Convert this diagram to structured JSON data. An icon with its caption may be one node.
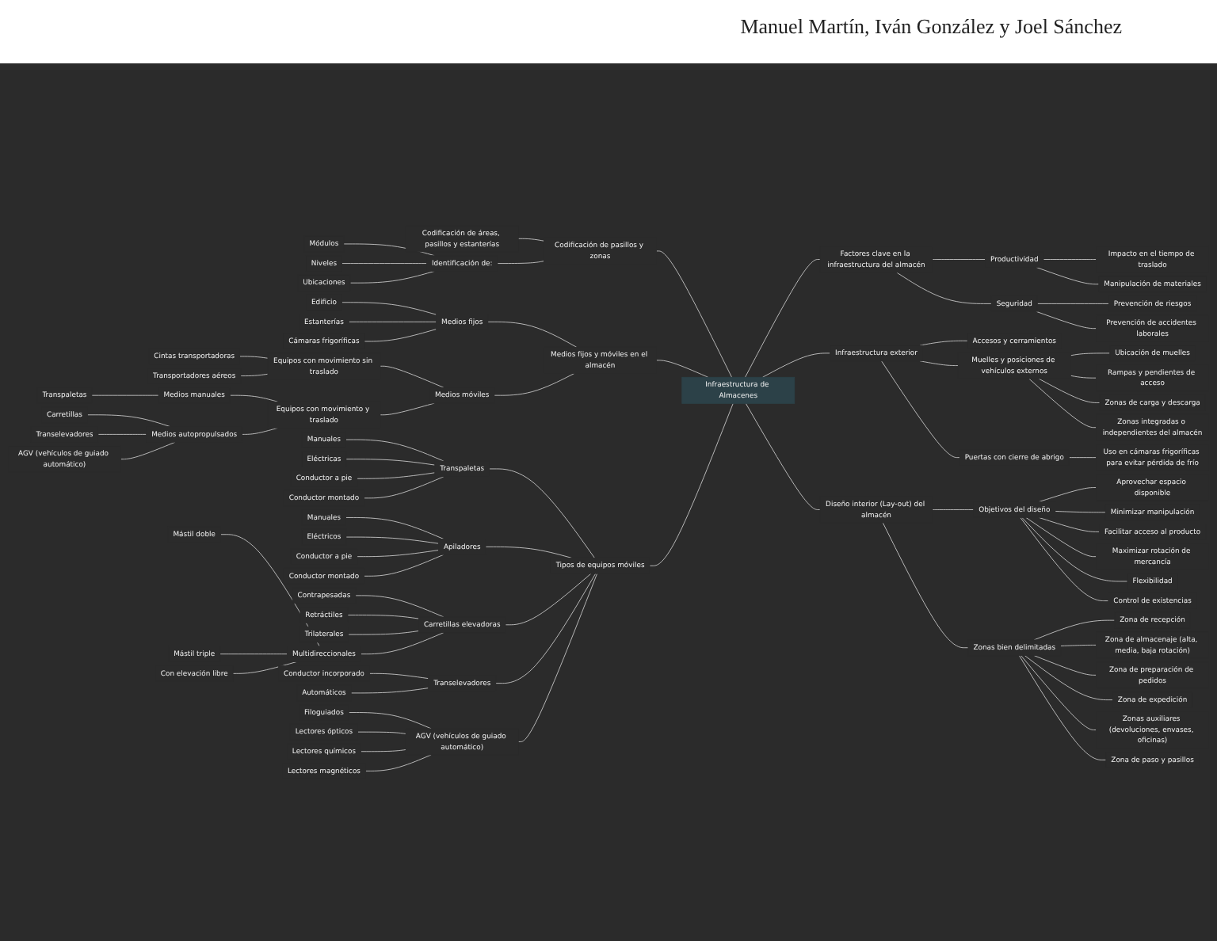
{
  "diagram": {
    "nodes": [
      {
        "text": [
          "Infraestructura de Almacenes"
        ]
      },
      {
        "text": [
          "Factores clave en la infraestructura del almacén"
        ]
      },
      {
        "text": [
          "Productividad"
        ]
      },
      {
        "text": [
          "Impacto en el tiempo de traslado"
        ]
      },
      {
        "text": [
          "Manipulación de materiales"
        ]
      },
      {
        "text": [
          "Seguridad"
        ]
      },
      {
        "text": [
          "Prevención de riesgos"
        ]
      },
      {
        "text": [
          "Prevención de accidentes laborales"
        ]
      },
      {
        "text": [
          "Infraestructura exterior"
        ]
      },
      {
        "text": [
          "Accesos y cerramientos"
        ]
      },
      {
        "text": [
          "Muelles y posiciones de vehículos externos"
        ]
      },
      {
        "text": [
          "Ubicación de muelles"
        ]
      },
      {
        "text": [
          "Rampas y pendientes de acceso"
        ]
      },
      {
        "text": [
          "Zonas de carga y descarga"
        ]
      },
      {
        "text": [
          "Zonas integradas o independientes del almacén"
        ]
      },
      {
        "text": [
          "Puertas con cierre de abrigo"
        ]
      },
      {
        "text": [
          "Uso en cámaras frigoríficas para evitar pérdida de frío"
        ]
      },
      {
        "text": [
          "Diseño interior (Lay-out) del almacén"
        ]
      },
      {
        "text": [
          "Objetivos del diseño"
        ]
      },
      {
        "text": [
          "Aprovechar espacio disponible"
        ]
      },
      {
        "text": [
          "Minimizar manipulación"
        ]
      },
      {
        "text": [
          "Facilitar acceso al producto"
        ]
      },
      {
        "text": [
          "Maximizar rotación de mercancía"
        ]
      },
      {
        "text": [
          "Flexibilidad"
        ]
      },
      {
        "text": [
          "Control de existencias"
        ]
      },
      {
        "text": [
          "Zonas bien delimitadas"
        ]
      },
      {
        "text": [
          "Zona de recepción"
        ]
      },
      {
        "text": [
          "Zona de almacenaje (alta, media, baja rotación)"
        ]
      },
      {
        "text": [
          "Zona de preparación de pedidos"
        ]
      },
      {
        "text": [
          "Zona de expedición"
        ]
      },
      {
        "text": [
          "Zonas auxiliares (devoluciones, envases, oficinas)"
        ]
      },
      {
        "text": [
          "Zona de paso y pasillos"
        ]
      },
      {
        "text": [
          "Codificación de pasillos y zonas"
        ]
      },
      {
        "text": [
          "Codificación de áreas, pasillos y estanterías"
        ]
      },
      {
        "text": [
          "Identificación de:"
        ]
      },
      {
        "text": [
          "Módulos"
        ]
      },
      {
        "text": [
          "Niveles"
        ]
      },
      {
        "text": [
          "Ubicaciones"
        ]
      },
      {
        "text": [
          "Medios fijos y móviles en el almacén"
        ]
      },
      {
        "text": [
          "Medios fijos"
        ]
      },
      {
        "text": [
          "Edificio"
        ]
      },
      {
        "text": [
          "Estanterías"
        ]
      },
      {
        "text": [
          "Cámaras frigoríficas"
        ]
      },
      {
        "text": [
          "Medios móviles"
        ]
      },
      {
        "text": [
          "Equipos con movimiento sin traslado"
        ]
      },
      {
        "text": [
          "Cintas transportadoras"
        ]
      },
      {
        "text": [
          "Transportadores aéreos"
        ]
      },
      {
        "text": [
          "Equipos con movimiento y traslado"
        ]
      },
      {
        "text": [
          "Medios manuales"
        ]
      },
      {
        "text": [
          "Transpaletas"
        ]
      },
      {
        "text": [
          "Medios autopropulsados"
        ]
      },
      {
        "text": [
          "Carretillas"
        ]
      },
      {
        "text": [
          "Transelevadores"
        ]
      },
      {
        "text": [
          "AGV (vehículos de guiado automático)"
        ]
      },
      {
        "text": [
          "Tipos de equipos móviles"
        ]
      },
      {
        "text": [
          "Transpaletas"
        ]
      },
      {
        "text": [
          "Manuales"
        ]
      },
      {
        "text": [
          "Eléctricas"
        ]
      },
      {
        "text": [
          "Conductor a pie"
        ]
      },
      {
        "text": [
          "Conductor montado"
        ]
      },
      {
        "text": [
          "Apiladores"
        ]
      },
      {
        "text": [
          "Manuales"
        ]
      },
      {
        "text": [
          "Eléctricos"
        ]
      },
      {
        "text": [
          "Conductor a pie"
        ]
      },
      {
        "text": [
          "Conductor montado"
        ]
      },
      {
        "text": [
          "Carretillas elevadoras"
        ]
      },
      {
        "text": [
          "Contrapesadas"
        ]
      },
      {
        "text": [
          "Retráctiles"
        ]
      },
      {
        "text": [
          "Trilaterales"
        ]
      },
      {
        "text": [
          "Multidireccionales"
        ]
      },
      {
        "text": [
          "Mástil doble"
        ]
      },
      {
        "text": [
          "Mástil triple"
        ]
      },
      {
        "text": [
          "Con elevación libre"
        ]
      },
      {
        "text": [
          "Transelevadores"
        ]
      },
      {
        "text": [
          "Conductor incorporado"
        ]
      },
      {
        "text": [
          "Automáticos"
        ]
      },
      {
        "text": [
          "AGV (vehículos de guiado automático)"
        ]
      },
      {
        "text": [
          "Filoguiados"
        ]
      },
      {
        "text": [
          "Lectores ópticos"
        ]
      },
      {
        "text": [
          "Lectores químicos"
        ]
      },
      {
        "text": [
          "Lectores magnéticos"
        ]
      }
    ],
    "edges": [
      {
        "from": 0,
        "to": 1,
        "arrow": "none"
      },
      {
        "from": 1,
        "to": 2,
        "arrow": "none"
      },
      {
        "from": 2,
        "to": 3,
        "arrow": "none"
      },
      {
        "from": 2,
        "to": 4,
        "arrow": "none"
      },
      {
        "from": 1,
        "to": 5,
        "arrow": "none"
      },
      {
        "from": 5,
        "to": 6,
        "arrow": "none"
      },
      {
        "from": 5,
        "to": 7,
        "arrow": "none"
      },
      {
        "from": 0,
        "to": 8,
        "arrow": "none"
      },
      {
        "from": 8,
        "to": 9,
        "arrow": "none"
      },
      {
        "from": 8,
        "to": 10,
        "arrow": "none"
      },
      {
        "from": 10,
        "to": 11,
        "arrow": "none"
      },
      {
        "from": 10,
        "to": 12,
        "arrow": "none"
      },
      {
        "from": 10,
        "to": 13,
        "arrow": "none"
      },
      {
        "from": 10,
        "to": 14,
        "arrow": "none"
      },
      {
        "from": 8,
        "to": 15,
        "arrow": "none"
      },
      {
        "from": 15,
        "to": 16,
        "arrow": "none"
      },
      {
        "from": 0,
        "to": 17,
        "arrow": "none"
      },
      {
        "from": 17,
        "to": 18,
        "arrow": "none"
      },
      {
        "from": 18,
        "to": 19,
        "arrow": "none"
      },
      {
        "from": 18,
        "to": 20,
        "arrow": "none"
      },
      {
        "from": 18,
        "to": 21,
        "arrow": "none"
      },
      {
        "from": 18,
        "to": 22,
        "arrow": "none"
      },
      {
        "from": 18,
        "to": 23,
        "arrow": "none"
      },
      {
        "from": 18,
        "to": 24,
        "arrow": "none"
      },
      {
        "from": 17,
        "to": 25,
        "arrow": "none"
      },
      {
        "from": 25,
        "to": 26,
        "arrow": "none"
      },
      {
        "from": 25,
        "to": 27,
        "arrow": "none"
      },
      {
        "from": 25,
        "to": 28,
        "arrow": "none"
      },
      {
        "from": 25,
        "to": 29,
        "arrow": "none"
      },
      {
        "from": 25,
        "to": 30,
        "arrow": "none"
      },
      {
        "from": 25,
        "to": 31,
        "arrow": "none"
      },
      {
        "from": 0,
        "to": 32,
        "arrow": "none"
      },
      {
        "from": 32,
        "to": 33,
        "arrow": "none"
      },
      {
        "from": 32,
        "to": 34,
        "arrow": "none"
      },
      {
        "from": 34,
        "to": 35,
        "arrow": "none"
      },
      {
        "from": 34,
        "to": 36,
        "arrow": "none"
      },
      {
        "from": 34,
        "to": 37,
        "arrow": "none"
      },
      {
        "from": 0,
        "to": 38,
        "arrow": "none"
      },
      {
        "from": 38,
        "to": 39,
        "arrow": "none"
      },
      {
        "from": 39,
        "to": 40,
        "arrow": "none"
      },
      {
        "from": 39,
        "to": 41,
        "arrow": "none"
      },
      {
        "from": 39,
        "to": 42,
        "arrow": "none"
      },
      {
        "from": 38,
        "to": 43,
        "arrow": "none"
      },
      {
        "from": 43,
        "to": 44,
        "arrow": "none"
      },
      {
        "from": 44,
        "to": 45,
        "arrow": "none"
      },
      {
        "from": 44,
        "to": 46,
        "arrow": "none"
      },
      {
        "from": 43,
        "to": 47,
        "arrow": "none"
      },
      {
        "from": 47,
        "to": 48,
        "arrow": "none"
      },
      {
        "from": 48,
        "to": 49,
        "arrow": "none"
      },
      {
        "from": 47,
        "to": 50,
        "arrow": "none"
      },
      {
        "from": 50,
        "to": 51,
        "arrow": "none"
      },
      {
        "from": 50,
        "to": 52,
        "arrow": "none"
      },
      {
        "from": 50,
        "to": 53,
        "arrow": "none"
      },
      {
        "from": 0,
        "to": 54,
        "arrow": "none"
      },
      {
        "from": 54,
        "to": 55,
        "arrow": "none"
      },
      {
        "from": 55,
        "to": 56,
        "arrow": "none"
      },
      {
        "from": 55,
        "to": 57,
        "arrow": "none"
      },
      {
        "from": 55,
        "to": 58,
        "arrow": "none"
      },
      {
        "from": 55,
        "to": 59,
        "arrow": "none"
      },
      {
        "from": 54,
        "to": 60,
        "arrow": "none"
      },
      {
        "from": 60,
        "to": 61,
        "arrow": "none"
      },
      {
        "from": 60,
        "to": 62,
        "arrow": "none"
      },
      {
        "from": 60,
        "to": 63,
        "arrow": "none"
      },
      {
        "from": 60,
        "to": 64,
        "arrow": "none"
      },
      {
        "from": 54,
        "to": 65,
        "arrow": "none"
      },
      {
        "from": 65,
        "to": 66,
        "arrow": "none"
      },
      {
        "from": 65,
        "to": 67,
        "arrow": "none"
      },
      {
        "from": 65,
        "to": 68,
        "arrow": "none"
      },
      {
        "from": 65,
        "to": 69,
        "arrow": "none"
      },
      {
        "from": 69,
        "to": 70,
        "arrow": "none"
      },
      {
        "from": 69,
        "to": 71,
        "arrow": "none"
      },
      {
        "from": 69,
        "to": 72,
        "arrow": "none"
      },
      {
        "from": 54,
        "to": 73,
        "arrow": "none"
      },
      {
        "from": 73,
        "to": 74,
        "arrow": "none"
      },
      {
        "from": 73,
        "to": 75,
        "arrow": "none"
      },
      {
        "from": 54,
        "to": 76,
        "arrow": "none"
      },
      {
        "from": 76,
        "to": 77,
        "arrow": "none"
      },
      {
        "from": 76,
        "to": 78,
        "arrow": "none"
      },
      {
        "from": 76,
        "to": 79,
        "arrow": "none"
      },
      {
        "from": 76,
        "to": 80,
        "arrow": "none"
      }
    ],
    "labels": [
      "Manuel Martín, Iván González y Joel Sánchez"
    ]
  }
}
